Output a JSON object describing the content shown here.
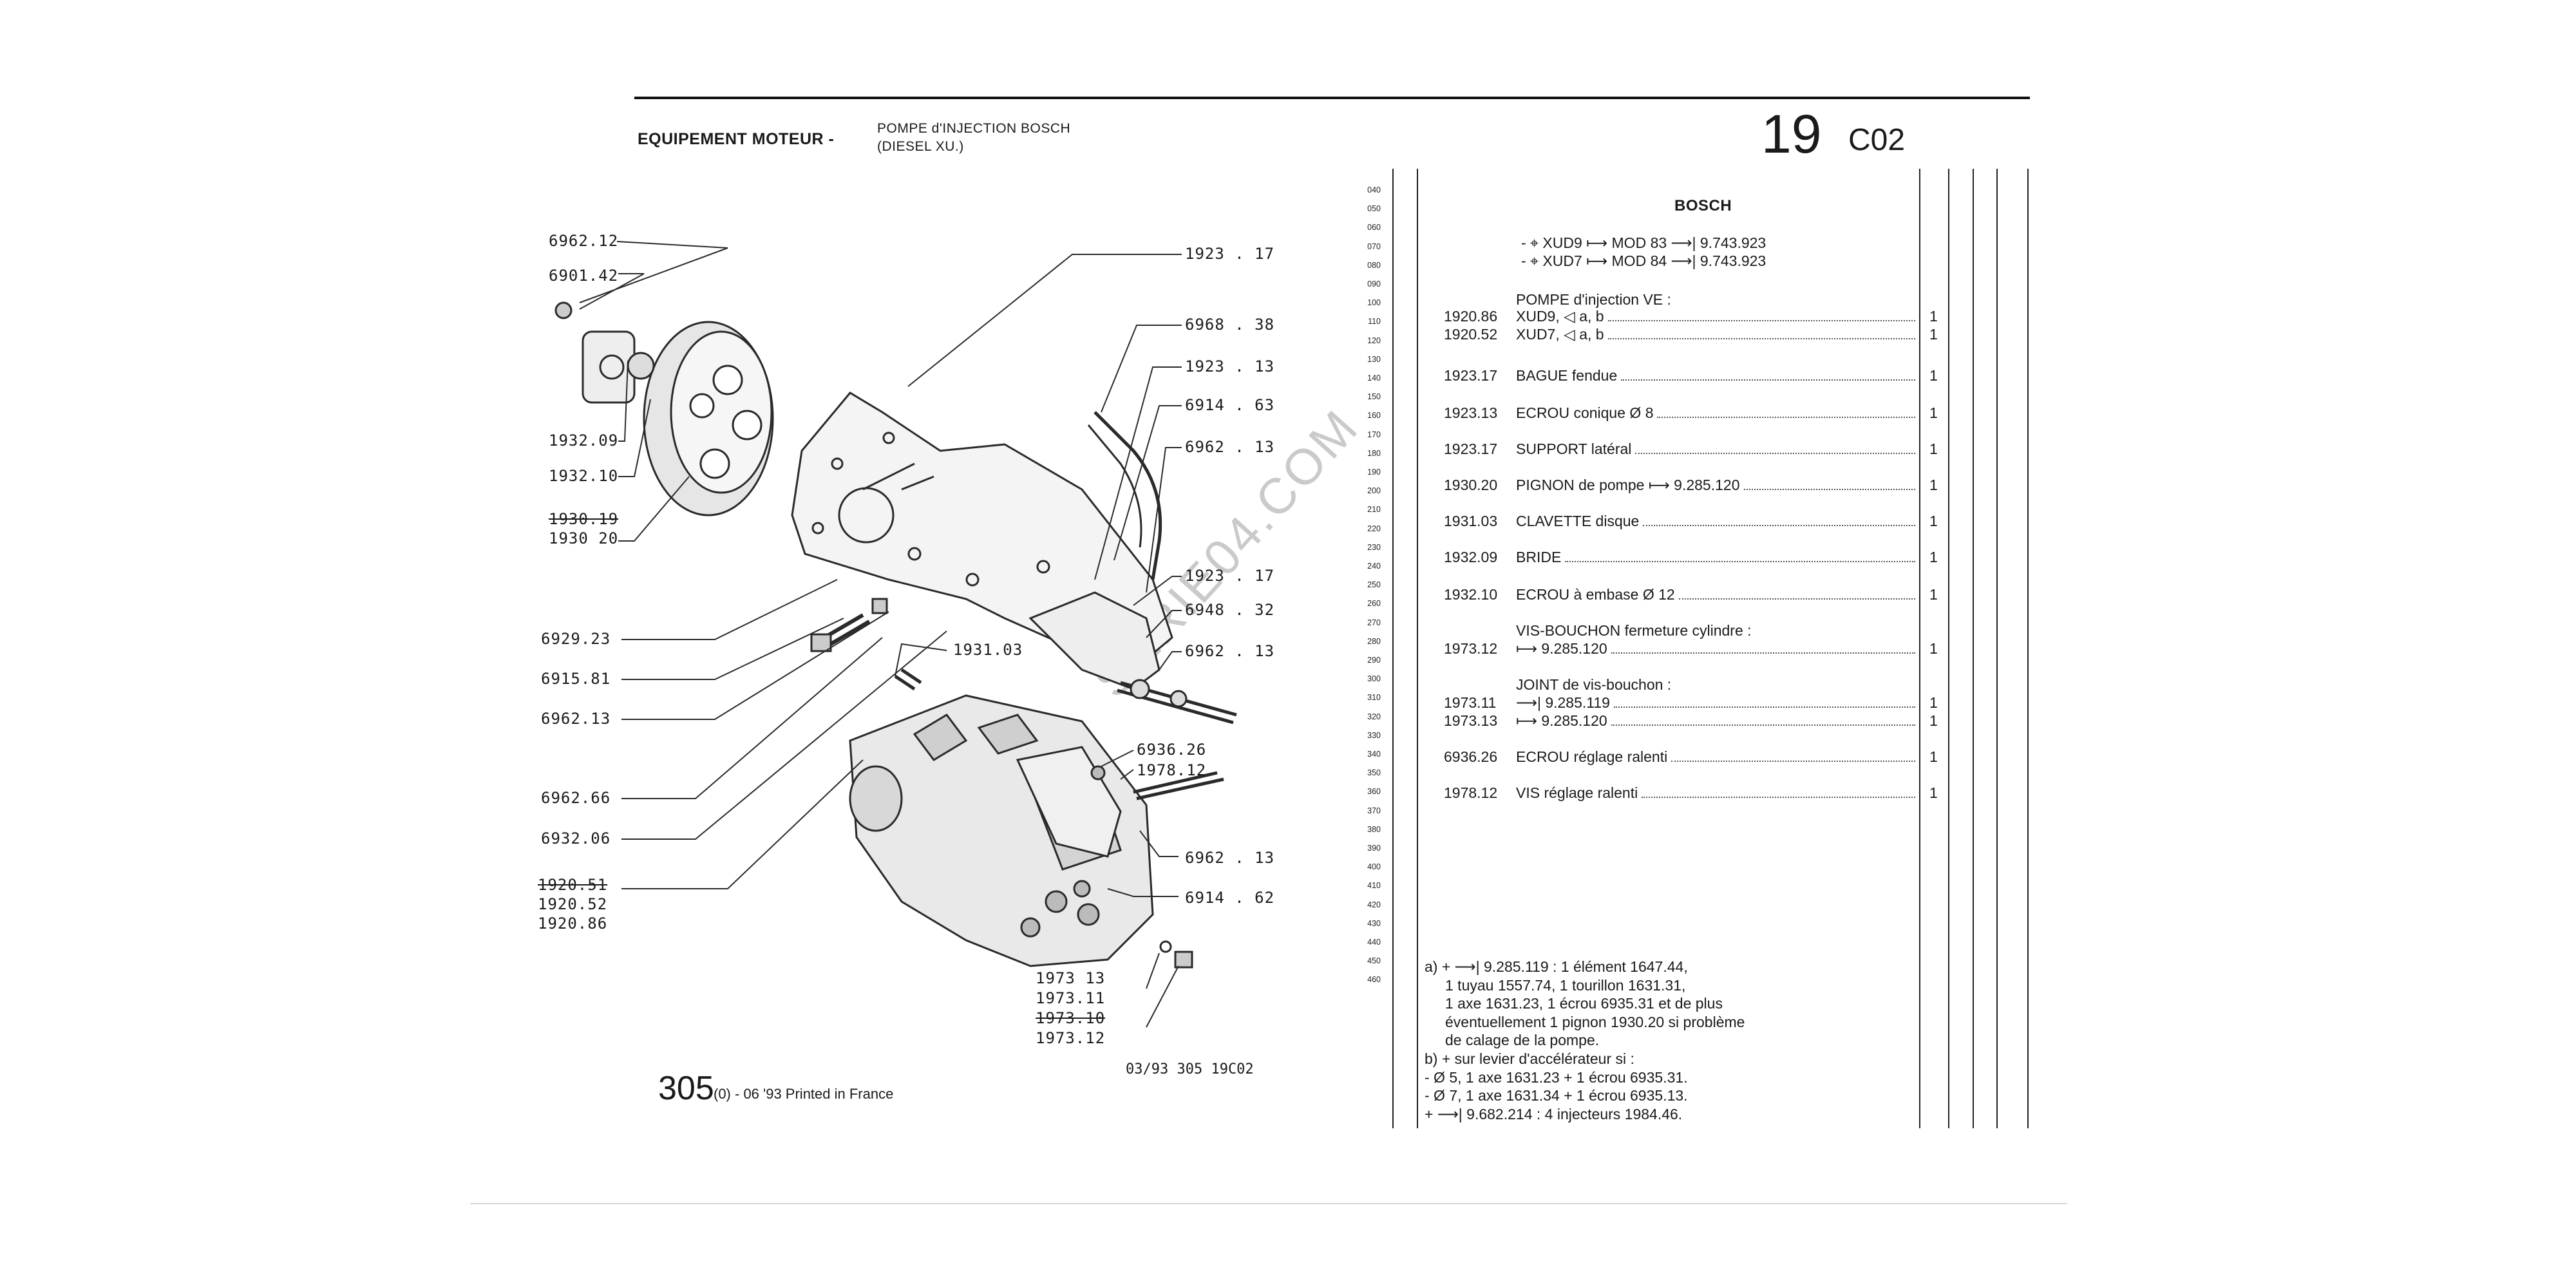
{
  "header": {
    "title": "EQUIPEMENT MOTEUR -",
    "subtitle_line1": "POMPE d'INJECTION BOSCH",
    "subtitle_line2": "(DIESEL XU.)",
    "section_number": "19",
    "section_code": "C02"
  },
  "line_numbers": [
    "040",
    "050",
    "060",
    "070",
    "080",
    "090",
    "100",
    "110",
    "120",
    "130",
    "140",
    "150",
    "160",
    "170",
    "180",
    "190",
    "200",
    "210",
    "220",
    "230",
    "240",
    "250",
    "260",
    "270",
    "280",
    "290",
    "300",
    "310",
    "320",
    "330",
    "340",
    "350",
    "360",
    "370",
    "380",
    "390",
    "400",
    "410",
    "420",
    "430",
    "440",
    "450",
    "460"
  ],
  "parts_list": {
    "brand": "BOSCH",
    "models": [
      {
        "prefix": "- ⌖",
        "engine": "XUD9",
        "from": "MOD 83",
        "to": "9.743.923"
      },
      {
        "prefix": "- ⌖",
        "engine": "XUD7",
        "from": "MOD 84",
        "to": "9.743.923"
      }
    ],
    "rows": [
      {
        "ref": "",
        "desc": "POMPE d'injection VE :",
        "qty": ""
      },
      {
        "ref": "1920.86",
        "desc": "XUD9, ◁ a, b",
        "qty": "1"
      },
      {
        "ref": "1920.52",
        "desc": "XUD7, ◁ a, b",
        "qty": "1"
      },
      {
        "ref": "1923.17",
        "desc": "BAGUE fendue",
        "qty": "1"
      },
      {
        "ref": "1923.13",
        "desc": "ECROU conique Ø 8",
        "qty": "1"
      },
      {
        "ref": "1923.17",
        "desc": "SUPPORT latéral",
        "qty": "1"
      },
      {
        "ref": "1930.20",
        "desc": "PIGNON de pompe ⟼ 9.285.120",
        "qty": "1"
      },
      {
        "ref": "1931.03",
        "desc": "CLAVETTE disque",
        "qty": "1"
      },
      {
        "ref": "1932.09",
        "desc": "BRIDE",
        "qty": "1"
      },
      {
        "ref": "1932.10",
        "desc": "ECROU à embase Ø 12",
        "qty": "1"
      },
      {
        "ref": "",
        "desc": "VIS-BOUCHON fermeture cylindre :",
        "qty": ""
      },
      {
        "ref": "1973.12",
        "desc": "⟼ 9.285.120",
        "qty": "1"
      },
      {
        "ref": "",
        "desc": "JOINT de vis-bouchon :",
        "qty": ""
      },
      {
        "ref": "1973.11",
        "desc": "⟶| 9.285.119",
        "qty": "1"
      },
      {
        "ref": "1973.13",
        "desc": "⟼ 9.285.120",
        "qty": "1"
      },
      {
        "ref": "6936.26",
        "desc": "ECROU réglage ralenti",
        "qty": "1"
      },
      {
        "ref": "1978.12",
        "desc": "VIS réglage ralenti",
        "qty": "1"
      }
    ]
  },
  "notes": [
    "a)  +  ⟶| 9.285.119 : 1 élément 1647.44,",
    "1 tuyau 1557.74, 1 tourillon 1631.31,",
    "1 axe 1631.23, 1 écrou 6935.31 et de plus",
    "éventuellement 1 pignon 1930.20 si problème",
    "de calage de la pompe.",
    "b)  +  sur levier d'accélérateur si :",
    "- Ø 5, 1 axe 1631.23 + 1 écrou 6935.31.",
    "- Ø 7, 1 axe 1631.34 + 1 écrou 6935.13.",
    "+  ⟶| 9.682.214 : 4 injecteurs 1984.46."
  ],
  "callouts": {
    "c1": "6962.12",
    "c2": "6901.42",
    "c3": "1932.09",
    "c4": "1932.10",
    "c5": "1930.19",
    "c6": "1930 20",
    "c7": "6929.23",
    "c8": "6915.81",
    "c9": "6962.13",
    "c10": "6962.66",
    "c11": "6932.06",
    "c12": "1920.51",
    "c13": "1920.52",
    "c14": "1920.86",
    "c15": "1923 . 17",
    "c16": "6968 . 38",
    "c17": "1923 . 13",
    "c18": "6914 . 63",
    "c19": "6962 . 13",
    "c20": "1923 . 17",
    "c21": "6948 . 32",
    "c22": "6962 . 13",
    "c23": "1931.03",
    "c24": "6936.26",
    "c25": "1978.12",
    "c26": "6962 . 13",
    "c27": "6914 . 62",
    "c28": "1973 13",
    "c29": "1973.11",
    "c30": "1973.10",
    "c31": "1973.12"
  },
  "footer": {
    "page_number": "305",
    "print_info": "(0) - 06 '93 Printed in France",
    "doc_code": "03/93 305 19C02"
  },
  "watermark": "SERIE04.COM"
}
